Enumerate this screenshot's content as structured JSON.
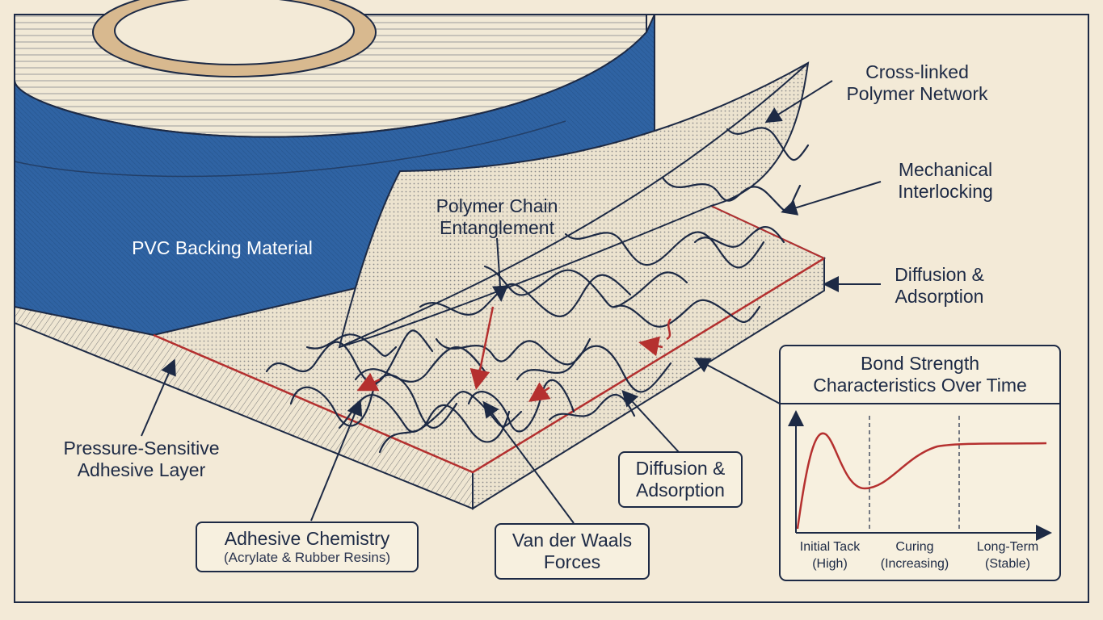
{
  "labels": {
    "pvc_backing": "PVC Backing Material",
    "polymer_chain": [
      "Polymer Chain",
      "Entanglement"
    ],
    "cross_linked": [
      "Cross-linked",
      "Polymer Network"
    ],
    "mechanical": [
      "Mechanical",
      "Interlocking"
    ],
    "diffusion_right": [
      "Diffusion &",
      "Adsorption"
    ],
    "psa_layer": [
      "Pressure-Sensitive",
      "Adhesive Layer"
    ],
    "adhesive_chem": "Adhesive Chemistry",
    "adhesive_chem_sub": "(Acrylate & Rubber Resins)",
    "van_der_waals": [
      "Van der Waals",
      "Forces"
    ],
    "diffusion_box": [
      "Diffusion &",
      "Adsorption"
    ]
  },
  "inset": {
    "title": [
      "Bond Strength",
      "Characteristics Over Time"
    ],
    "stages": [
      {
        "line1": "Initial Tack",
        "line2": "(High)"
      },
      {
        "line1": "Curing",
        "line2": "(Increasing)"
      },
      {
        "line1": "Long-Term",
        "line2": "(Stable)"
      }
    ]
  },
  "colors": {
    "background": "#f3ead7",
    "tape_blue": "#2f63a3",
    "ink": "#1d2a45",
    "accent_red": "#b5302f"
  }
}
